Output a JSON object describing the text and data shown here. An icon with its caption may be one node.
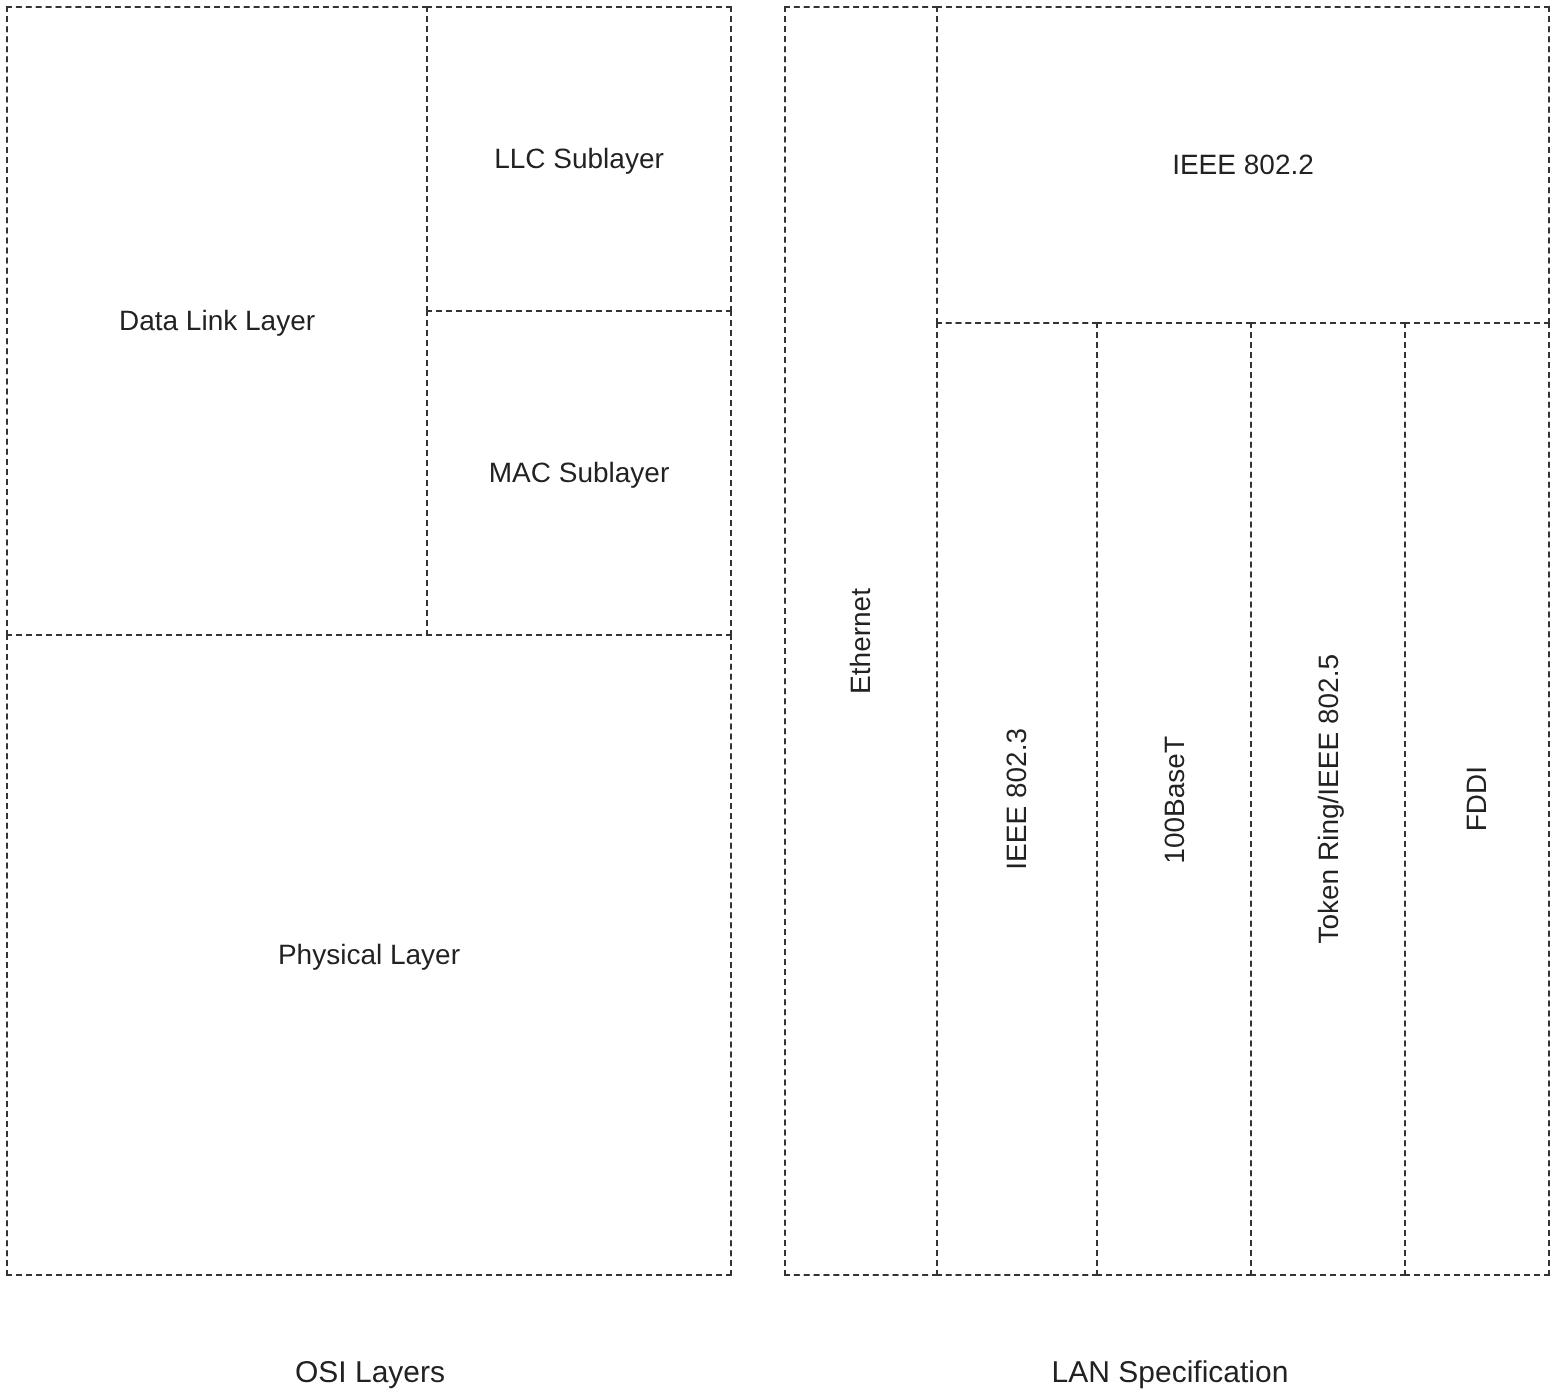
{
  "diagram": {
    "nodes": [
      {
        "text": [
          "Data Link Layer"
        ]
      },
      {
        "text": [
          "LLC Sublayer"
        ]
      },
      {
        "text": [
          "MAC Sublayer"
        ]
      },
      {
        "text": [
          "Physical Layer"
        ]
      },
      {
        "text": [
          "Ethernet"
        ]
      },
      {
        "text": [
          "IEEE 802.2"
        ]
      },
      {
        "text": [
          "IEEE 802.3"
        ]
      },
      {
        "text": [
          "100BaseT"
        ]
      },
      {
        "text": [
          "Token Ring/IEEE 802.5"
        ]
      },
      {
        "text": [
          "FDDI"
        ]
      }
    ],
    "labels": [
      "OSI Layers",
      "LAN Specification"
    ]
  }
}
